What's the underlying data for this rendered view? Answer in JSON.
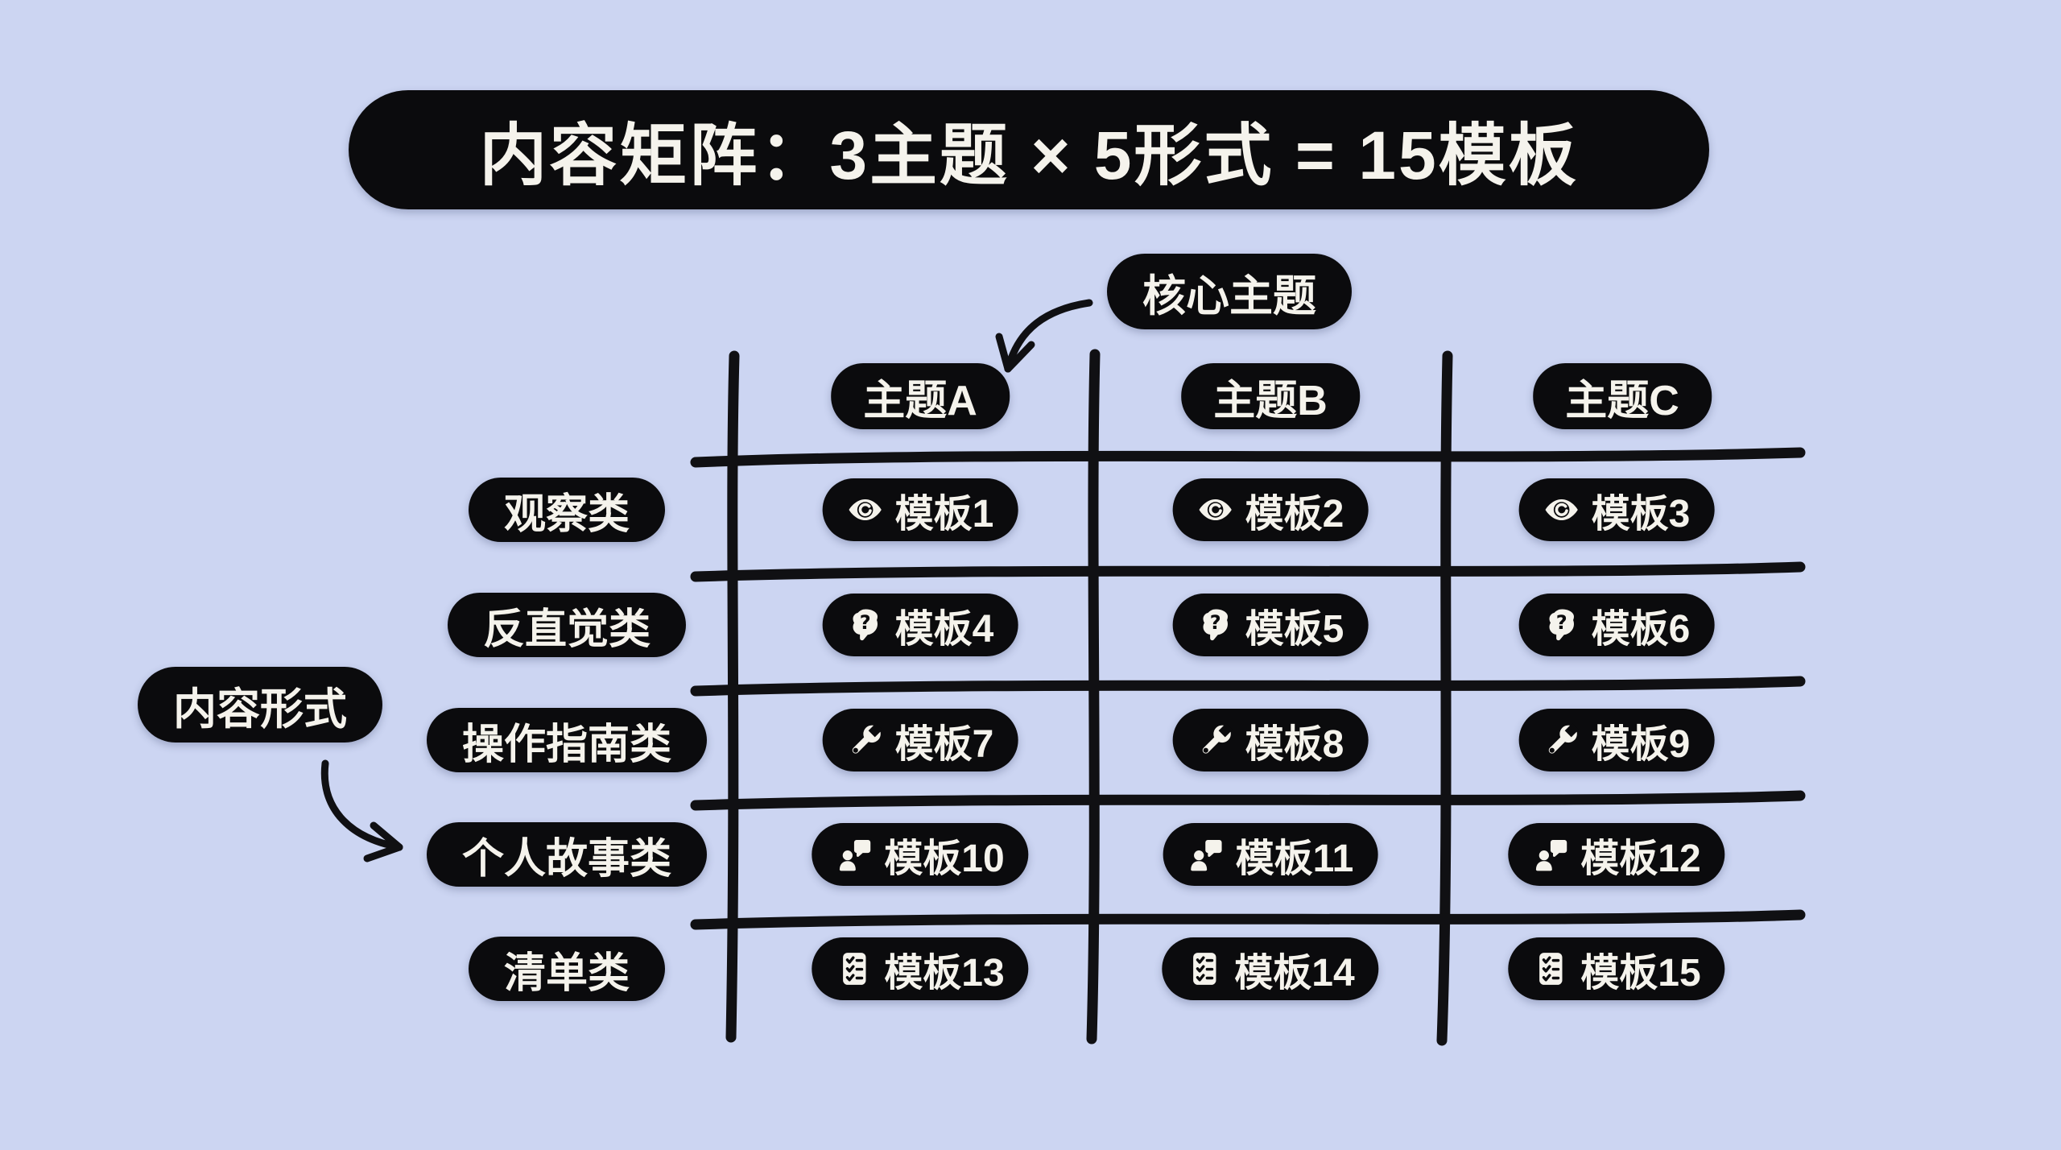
{
  "title": "内容矩阵：3主题 × 5形式 = 15模板",
  "annotations": {
    "core_theme_label": "核心主题",
    "content_format_label": "内容形式"
  },
  "matrix": {
    "column_headers": [
      "主题A",
      "主题B",
      "主题C"
    ],
    "rows": [
      {
        "label": "观察类",
        "icon": "eye-icon",
        "cells": [
          "模板1",
          "模板2",
          "模板3"
        ]
      },
      {
        "label": "反直觉类",
        "icon": "brain-question-icon",
        "cells": [
          "模板4",
          "模板5",
          "模板6"
        ]
      },
      {
        "label": "操作指南类",
        "icon": "wrench-icon",
        "cells": [
          "模板7",
          "模板8",
          "模板9"
        ]
      },
      {
        "label": "个人故事类",
        "icon": "person-speech-icon",
        "cells": [
          "模板10",
          "模板11",
          "模板12"
        ]
      },
      {
        "label": "清单类",
        "icon": "checklist-icon",
        "cells": [
          "模板13",
          "模板14",
          "模板15"
        ]
      }
    ]
  },
  "colors": {
    "background": "#ccd5f2",
    "pill_background": "#0b0b0d",
    "pill_text": "#f5f3ec"
  }
}
